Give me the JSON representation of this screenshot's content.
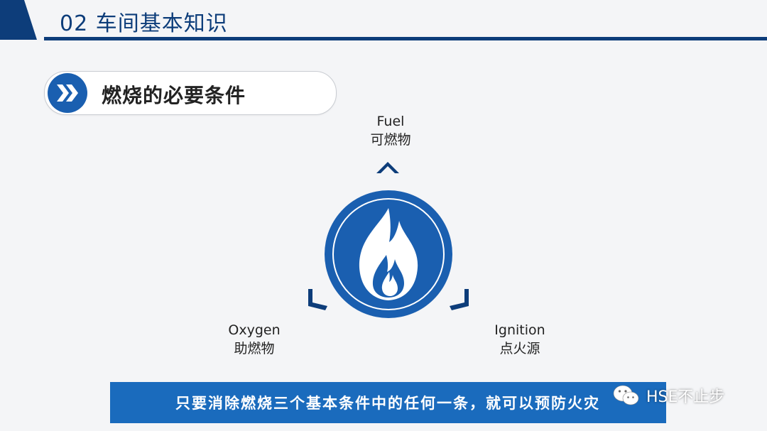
{
  "header": {
    "title": "02  车间基本知识"
  },
  "section": {
    "title": "燃烧的必要条件",
    "icon": "double-chevron-right-icon"
  },
  "fire_triangle": {
    "fuel": {
      "en": "Fuel",
      "zh": "可燃物"
    },
    "oxygen": {
      "en": "Oxygen",
      "zh": "助燃物"
    },
    "ignition": {
      "en": "Ignition",
      "zh": "点火源"
    },
    "center_icon": "flame-icon"
  },
  "banner": {
    "text": "只要消除燃烧三个基本条件中的任何一条，就可以预防火灾"
  },
  "watermark": {
    "text": "HSE不止步",
    "icon": "wechat-icon"
  },
  "colors": {
    "primary": "#0d3d7a",
    "accent": "#1a6bbd",
    "circle": "#1a5fb0",
    "background": "#f4f5f7"
  }
}
